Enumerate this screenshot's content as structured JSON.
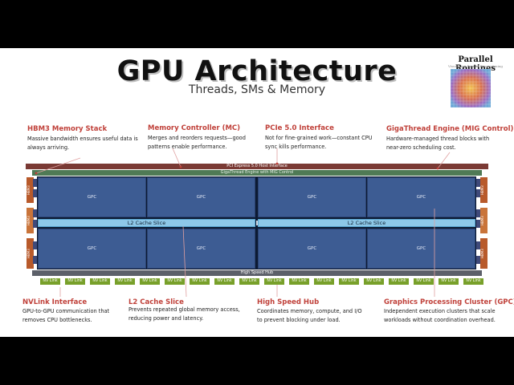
{
  "header": {
    "title": "GPU Architecture",
    "subtitle": "Threads, SMs & Memory",
    "brand_title": "Parallel Routines",
    "brand_tagline": "Visualizing Parallel Programming"
  },
  "diagram": {
    "pcie_label": "PCI Express 5.0 Host Interface",
    "gigathread_label": "GigaThread Engine with MIG Control",
    "hub_label": "High Speed Hub",
    "gpc_labels": [
      "GPC",
      "GPC",
      "GPC",
      "GPC",
      "GPC",
      "GPC",
      "GPC",
      "GPC"
    ],
    "l2_labels": [
      "L2 Cache Slice",
      "L2 Cache Slice"
    ],
    "hbm_label": "HBM3",
    "nvlink_label": "NV Link",
    "nvlink_count": 18
  },
  "callouts": {
    "hbm3": {
      "title": "HBM3 Memory Stack",
      "desc": "Massive bandwidth ensures useful data is always arriving."
    },
    "mc": {
      "title": "Memory Controller (MC)",
      "desc": "Merges and reorders requests—good patterns enable performance."
    },
    "pcie": {
      "title": "PCIe 5.0 Interface",
      "desc": "Not for fine-grained work—constant CPU sync kills performance."
    },
    "gigathread": {
      "title": "GigaThread Engine (MIG Control)",
      "desc": "Hardware-managed thread blocks with near-zero scheduling cost."
    },
    "nvlink": {
      "title": "NVLink Interface",
      "desc": "GPU-to-GPU communication that removes CPU bottlenecks."
    },
    "l2": {
      "title": "L2 Cache Slice",
      "desc": "Prevents repeated global memory access, reducing power and latency."
    },
    "hub": {
      "title": "High Speed Hub",
      "desc": "Coordinates memory, compute, and I/O to prevent blocking under load."
    },
    "gpc": {
      "title": "Graphics Processing Cluster (GPC)",
      "desc": "Independent execution clusters that scale workloads without coordination overhead."
    }
  },
  "colors": {
    "callout_title": "#c0413a",
    "pcie": "#7a3a34",
    "gigathread": "#4f7a55",
    "gpc": "#3d5c93",
    "l2": "#8ec8e8",
    "hbm": "#b85a2b",
    "nvlink": "#78a02a"
  }
}
